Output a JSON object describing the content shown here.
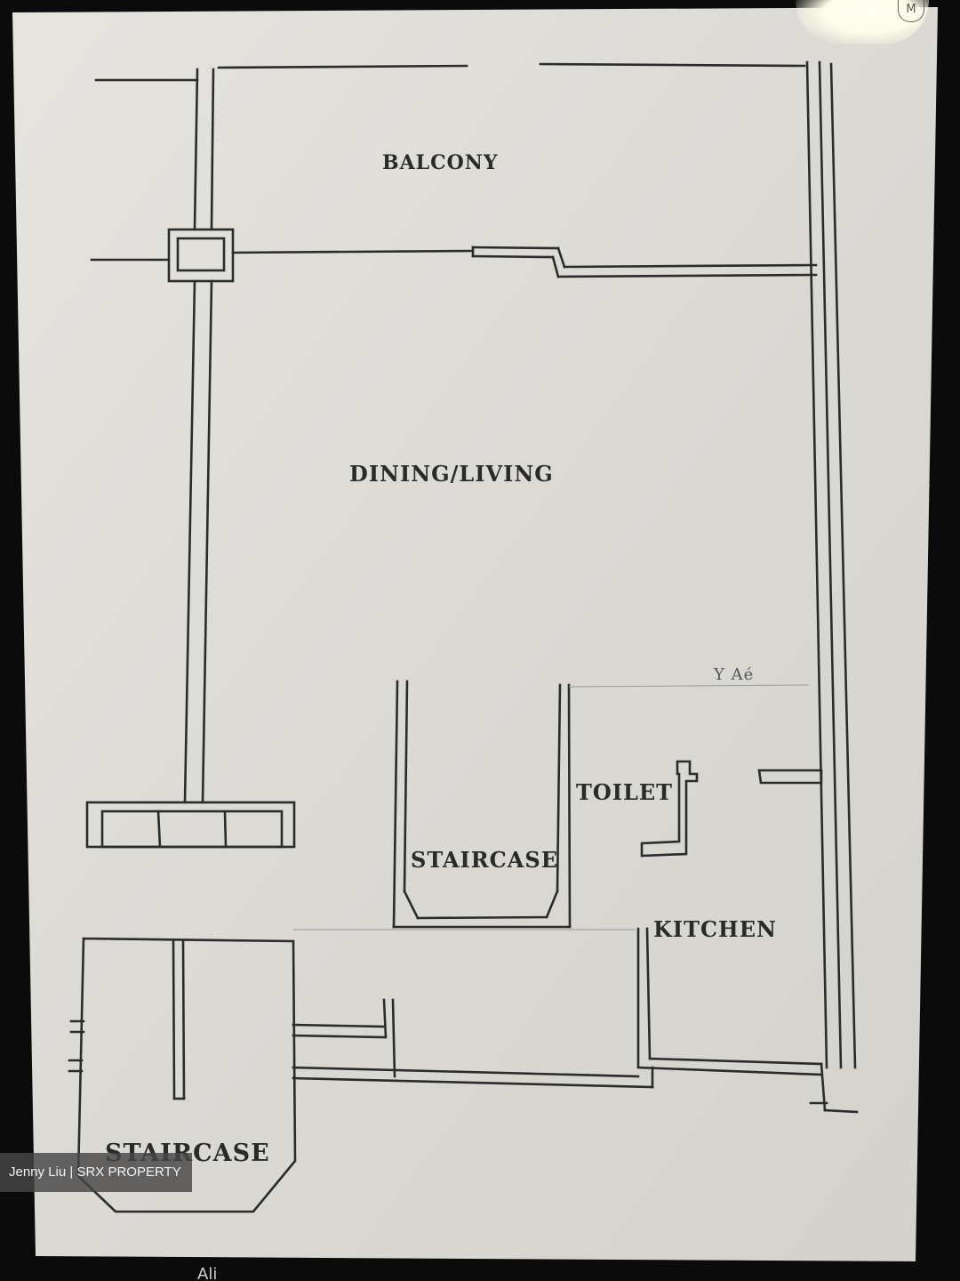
{
  "floor_plan": {
    "rooms": {
      "balcony": "BALCONY",
      "dining_living": "DINING/LIVING",
      "toilet": "TOILET",
      "staircase_inner": "STAIRCASE",
      "kitchen": "KITCHEN",
      "staircase_outer": "STAIRCASE"
    },
    "partial_label": "Y Aé",
    "corner_mark": "M",
    "bottom_text": "Ali"
  },
  "watermark": {
    "text": "Jenny Liu | SRX PROPERTY"
  }
}
